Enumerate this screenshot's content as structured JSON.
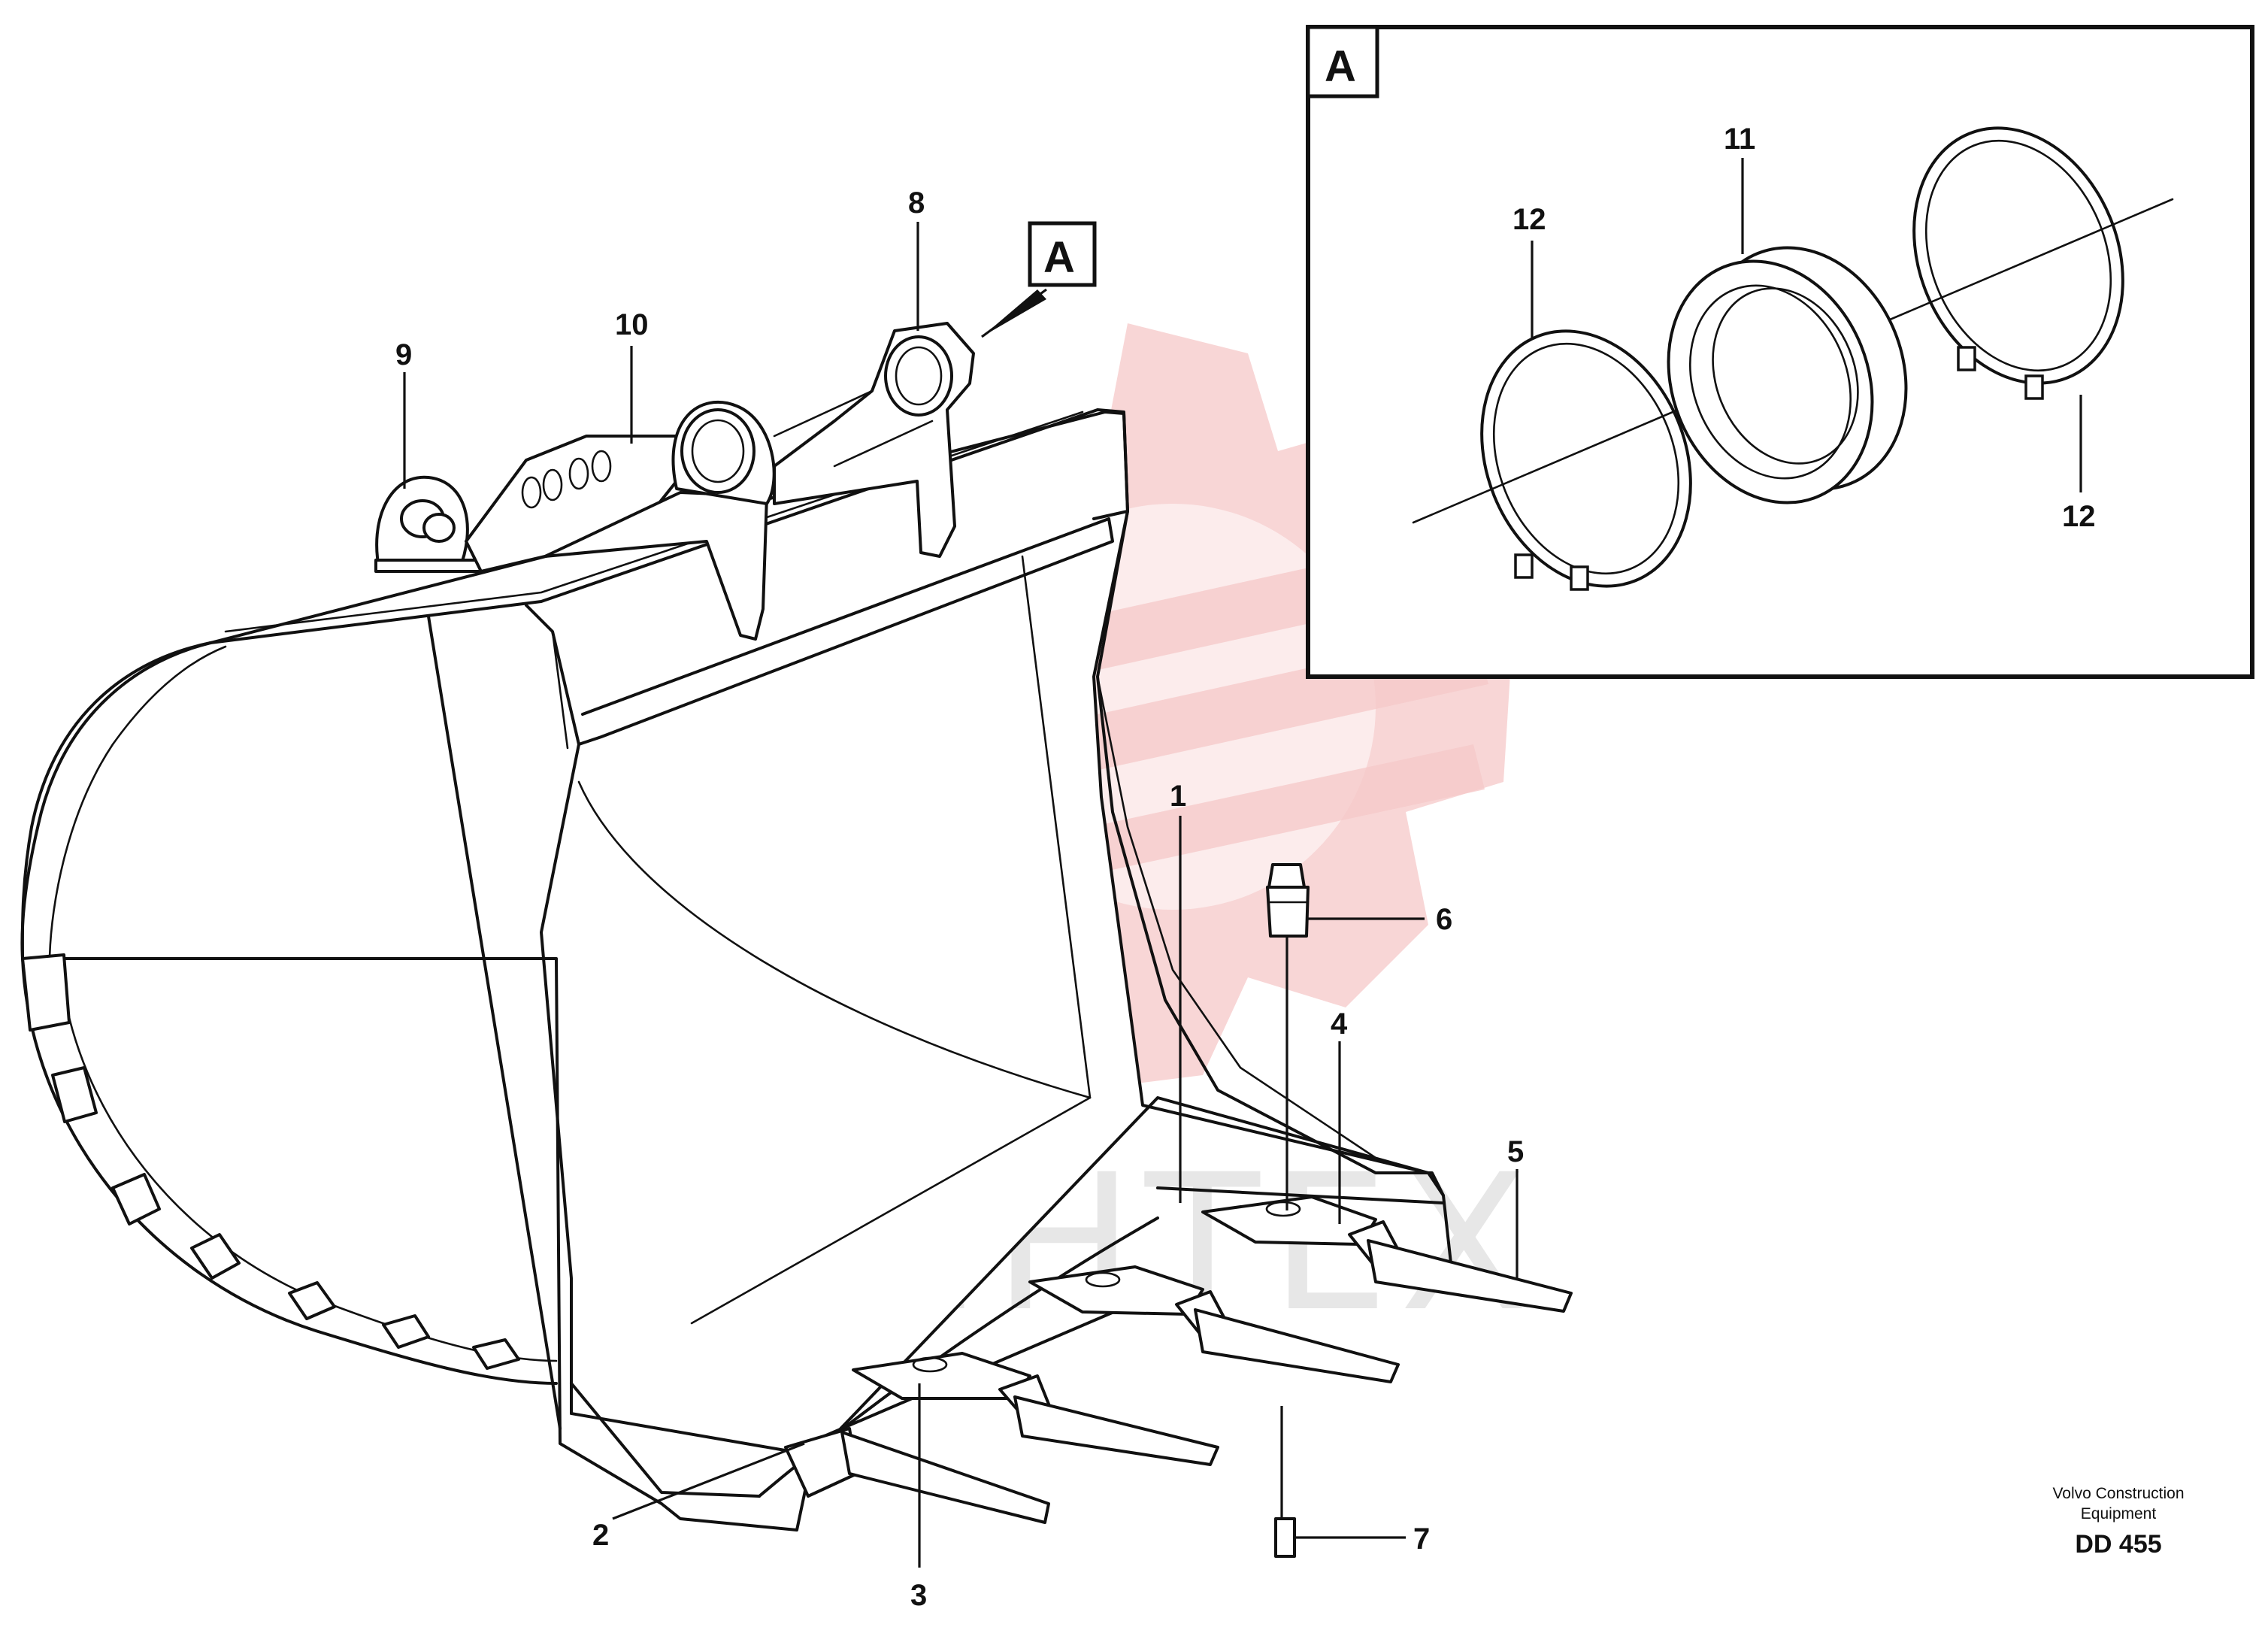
{
  "watermark": {
    "text": "ИНТЕХ",
    "color": "#f6c8c8"
  },
  "detail_box": {
    "label": "A"
  },
  "view_marker": {
    "label": "A"
  },
  "callouts": {
    "c1": "1",
    "c2": "2",
    "c3": "3",
    "c4": "4",
    "c5": "5",
    "c6": "6",
    "c7": "7",
    "c8": "8",
    "c9": "9",
    "c10": "10",
    "c11": "11",
    "c12a": "12",
    "c12b": "12"
  },
  "credit": {
    "line1": "Volvo Construction",
    "line2": "Equipment"
  },
  "document_number": "DD 455"
}
